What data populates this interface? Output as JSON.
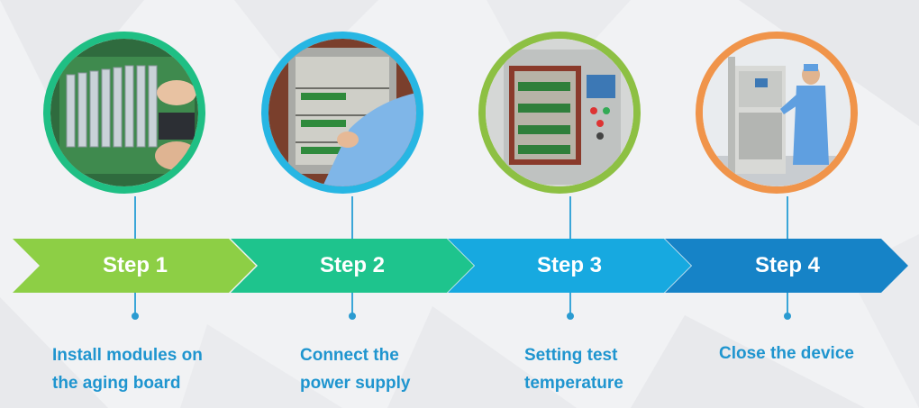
{
  "steps": [
    {
      "label": "Step 1",
      "desc_line1": "Install modules on",
      "desc_line2": "the aging board",
      "ring_color": "#1fbf84",
      "arrow_color": "#8dcf45",
      "photo": "aging-board-photo"
    },
    {
      "label": "Step 2",
      "desc_line1": "Connect the",
      "desc_line2": "power supply",
      "ring_color": "#27b6e3",
      "arrow_color": "#1ec48d",
      "photo": "chamber-wiring-photo"
    },
    {
      "label": "Step 3",
      "desc_line1": "Setting test",
      "desc_line2": "temperature",
      "ring_color": "#8dc043",
      "arrow_color": "#17a9e0",
      "photo": "test-chamber-photo"
    },
    {
      "label": "Step 4",
      "desc_line1": "Close the device",
      "desc_line2": "",
      "ring_color": "#f0944a",
      "arrow_color": "#1683c7",
      "photo": "operator-closing-photo"
    }
  ]
}
